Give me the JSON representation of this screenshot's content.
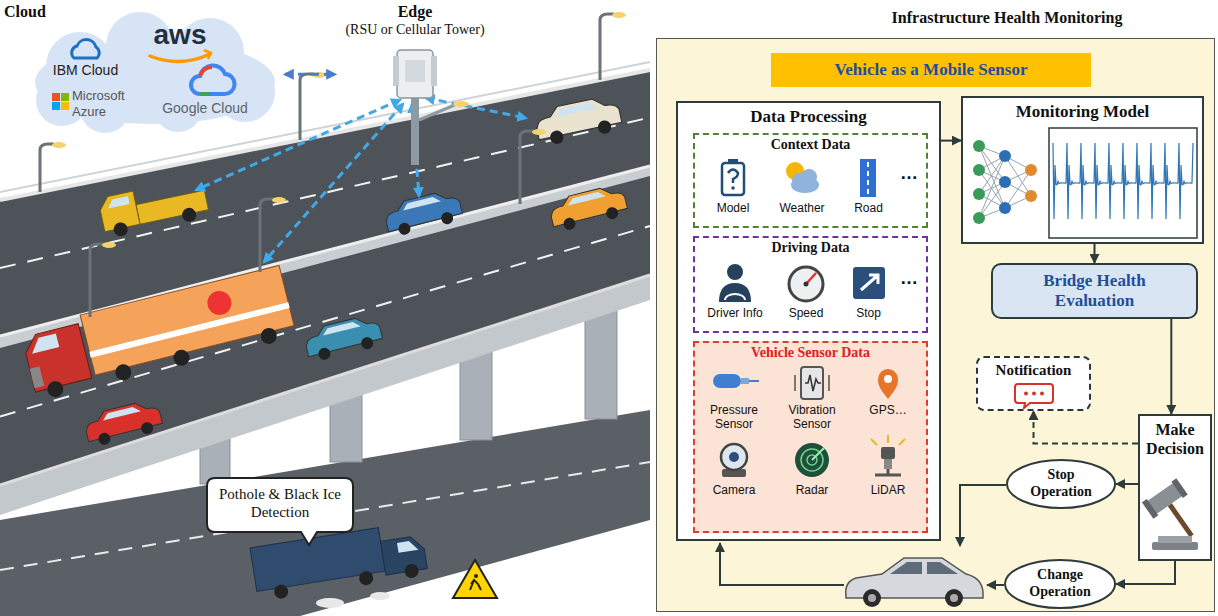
{
  "diagram": {
    "nodes": [
      {
        "text": [
          "Cloud",
          "aws",
          "IBM Cloud",
          "Microsoft Azure",
          "Google Cloud"
        ]
      },
      {
        "text": [
          "Edge",
          "(RSU or Cellular Tower)"
        ]
      },
      {
        "text": [
          "Pothole & Black Ice Detection"
        ]
      },
      {
        "text": [
          "Infrastructure Health Monitoring"
        ]
      },
      {
        "text": [
          "Vehicle as a Mobile Sensor"
        ],
        "in": 3
      },
      {
        "text": [
          "Data Processing"
        ],
        "in": 3
      },
      {
        "text": [
          "Context Data",
          "Model",
          "Weather",
          "Road",
          "…"
        ],
        "in": 5
      },
      {
        "text": [
          "Driving Data",
          "Driver Info",
          "Speed",
          "Stop",
          "…"
        ],
        "in": 5
      },
      {
        "text": [
          "Vehicle Sensor Data",
          "Pressure Sensor",
          "Vibration Sensor",
          "GPS…",
          "Camera",
          "Radar",
          "LiDAR"
        ],
        "in": 5
      },
      {
        "text": [
          "Monitoring Model"
        ],
        "in": 3
      },
      {
        "text": [
          "Bridge Health Evaluation"
        ],
        "in": 3
      },
      {
        "text": [
          "Notification"
        ],
        "in": 3
      },
      {
        "text": [
          "Make Decision"
        ],
        "in": 3
      },
      {
        "text": [
          "Stop Operation"
        ],
        "in": 3
      },
      {
        "text": [
          "Change Operation"
        ],
        "in": 3
      }
    ],
    "edges": [
      {
        "from": 0,
        "to": 1,
        "arrow": "both"
      },
      {
        "from": 5,
        "to": 9,
        "arrow": "to"
      },
      {
        "from": 9,
        "to": 10,
        "arrow": "to"
      },
      {
        "from": 10,
        "to": 12,
        "arrow": "to"
      },
      {
        "from": 12,
        "to": 11,
        "arrow": "to"
      },
      {
        "from": 12,
        "to": 13,
        "arrow": "to"
      },
      {
        "from": 12,
        "to": 14,
        "arrow": "to"
      }
    ]
  }
}
